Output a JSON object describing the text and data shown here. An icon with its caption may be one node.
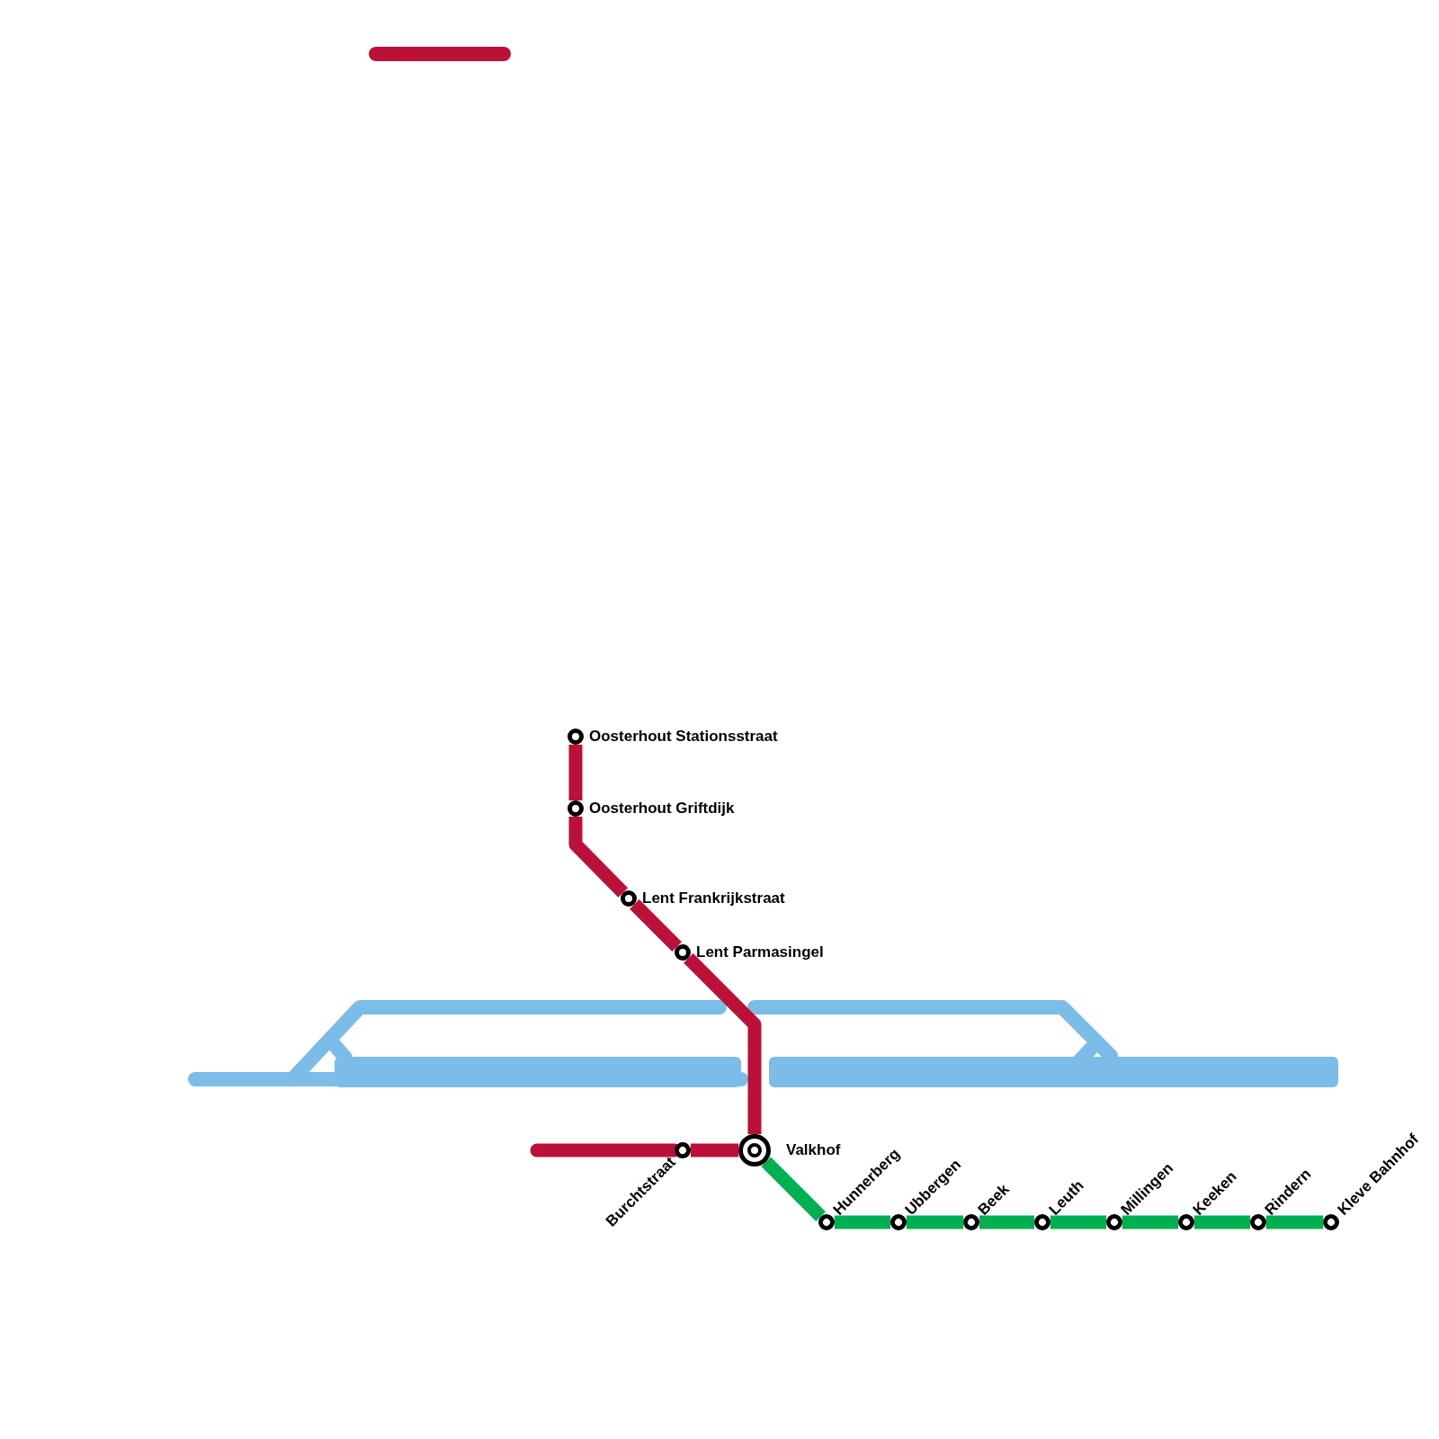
{
  "diagram": {
    "nodes": [
      {
        "text": [
          "Oosterhout Stationsstraat"
        ]
      },
      {
        "text": [
          "Oosterhout Griftdijk"
        ]
      },
      {
        "text": [
          "Lent Frankrijkstraat"
        ]
      },
      {
        "text": [
          "Lent Parmasingel"
        ]
      },
      {
        "text": [
          "Burchtstraat"
        ]
      },
      {
        "text": [
          "Valkhof"
        ]
      },
      {
        "text": [
          "Hunnerberg"
        ]
      },
      {
        "text": [
          "Ubbergen"
        ]
      },
      {
        "text": [
          "Beek"
        ]
      },
      {
        "text": [
          "Leuth"
        ]
      },
      {
        "text": [
          "Millingen"
        ]
      },
      {
        "text": [
          "Keeken"
        ]
      },
      {
        "text": [
          "Rindern"
        ]
      },
      {
        "text": [
          "Kleve Bahnhof"
        ]
      }
    ],
    "edges": [
      {
        "from": 0,
        "to": 1,
        "arrow": "none",
        "color": "#bd1038"
      },
      {
        "from": 1,
        "to": 2,
        "arrow": "none",
        "color": "#bd1038"
      },
      {
        "from": 2,
        "to": 3,
        "arrow": "none",
        "color": "#bd1038"
      },
      {
        "from": 3,
        "to": 5,
        "arrow": "none",
        "color": "#bd1038"
      },
      {
        "from": null,
        "to": 4,
        "arrow": "none",
        "color": "#bd1038"
      },
      {
        "from": 4,
        "to": 5,
        "arrow": "none",
        "color": "#bd1038"
      },
      {
        "from": 5,
        "to": 6,
        "arrow": "none"
      },
      {
        "from": 6,
        "to": 7,
        "arrow": "none"
      },
      {
        "from": 7,
        "to": 8,
        "arrow": "none"
      },
      {
        "from": 8,
        "to": 9,
        "arrow": "none"
      },
      {
        "from": 9,
        "to": 10,
        "arrow": "none"
      },
      {
        "from": 10,
        "to": 11,
        "arrow": "none"
      },
      {
        "from": 11,
        "to": 12,
        "arrow": "none"
      },
      {
        "from": 12,
        "to": 13,
        "arrow": "none"
      }
    ]
  }
}
